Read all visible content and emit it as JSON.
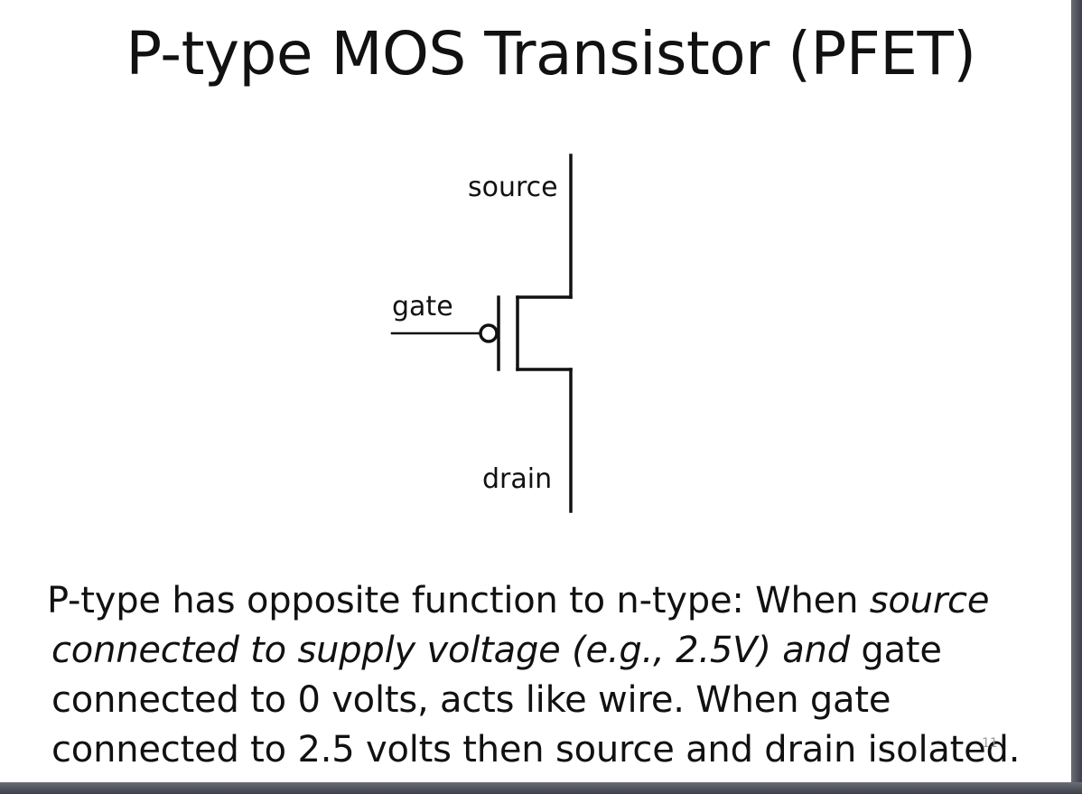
{
  "slide": {
    "title": "P-type MOS Transistor (PFET)",
    "diagram": {
      "source_label": "source",
      "gate_label": "gate",
      "drain_label": "drain"
    },
    "body": {
      "line1_plain": "P-type has opposite function to n-type:  When ",
      "line1_italic": "source",
      "line2_italic": "connected to supply voltage (e.g., 2.5V) and",
      "line2_plain": " gate",
      "line3": "connected to 0 volts, acts like wire. When gate",
      "line4": "connected to 2.5 volts then source and drain isolated."
    },
    "page_number": "11"
  }
}
